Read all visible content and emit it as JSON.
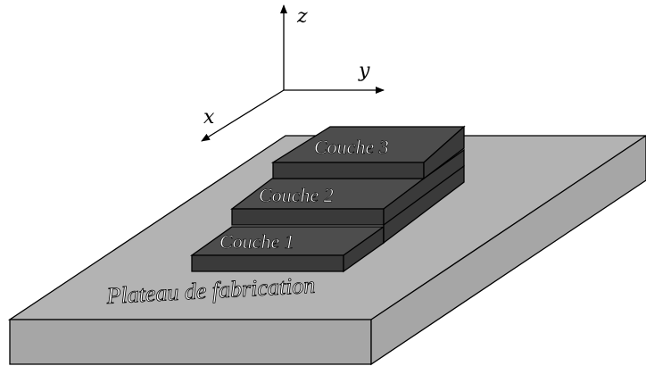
{
  "axes": {
    "z_label": "z",
    "y_label": "y",
    "x_label": "x"
  },
  "layers": [
    {
      "label": "Couche 1"
    },
    {
      "label": "Couche 2"
    },
    {
      "label": "Couche 3"
    }
  ],
  "plate": {
    "label": "Plateau de fabrication"
  },
  "colors": {
    "plate_top": "#b3b3b3",
    "plate_side": "#a6a6a6",
    "layer_top": "#4d4d4d",
    "layer_side": "#3a3a3a",
    "outline": "#000000"
  }
}
